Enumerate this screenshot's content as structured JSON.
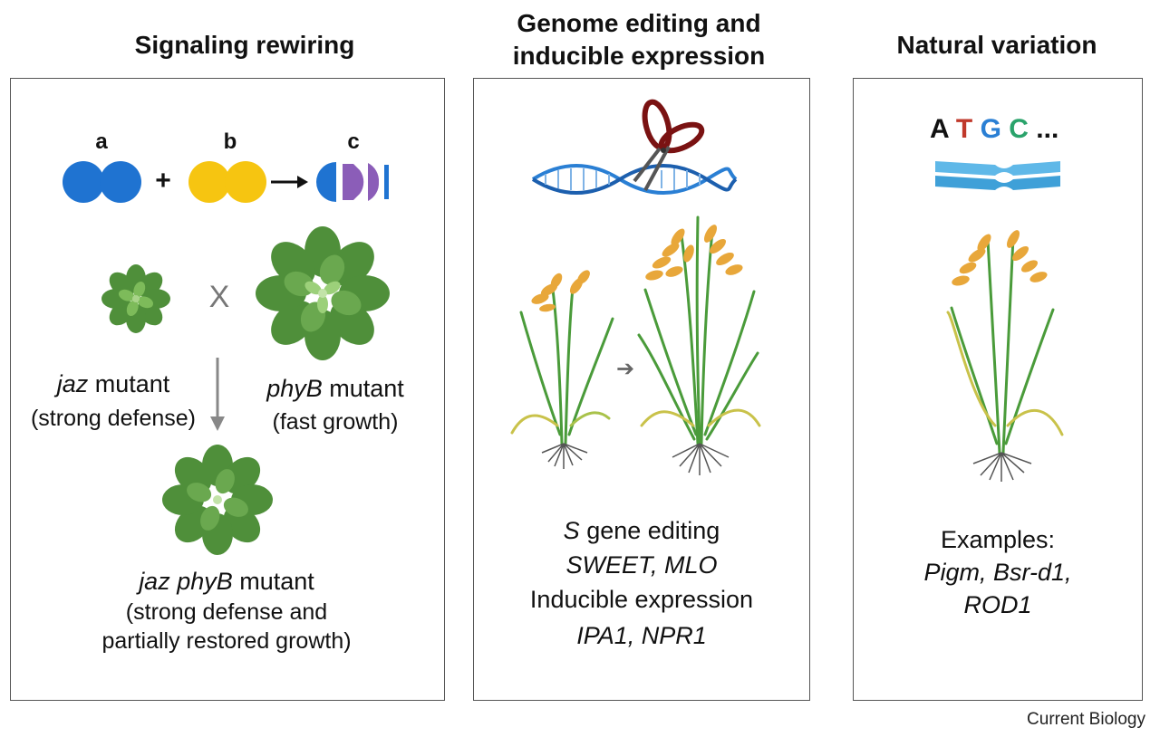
{
  "panels": [
    {
      "title": "Signaling rewiring"
    },
    {
      "title_line1": "Genome editing and",
      "title_line2": "inducible expression"
    },
    {
      "title": "Natural variation"
    }
  ],
  "signaling": {
    "label_a": "a",
    "label_b": "b",
    "label_c": "c",
    "plus": "+",
    "cross": "X",
    "jaz_italic": "jaz",
    "jaz_rest": " mutant",
    "jaz_desc": "(strong defense)",
    "phyb_italic": "phyB",
    "phyb_rest": " mutant",
    "phyb_desc": "(fast growth)",
    "double_italic": "jaz phyB",
    "double_rest": " mutant",
    "double_desc1": "(strong defense and",
    "double_desc2": "partially restored growth)"
  },
  "editing": {
    "s_italic": "S",
    "s_rest": " gene editing",
    "genes1": "SWEET, MLO",
    "inducible": "Inducible expression",
    "genes2": "IPA1, NPR1"
  },
  "natural": {
    "bases": [
      "A",
      "T",
      "G",
      "C"
    ],
    "ellipsis": "...",
    "examples_label": "Examples:",
    "genes1": "Pigm, Bsr-d1,",
    "genes2": "ROD1"
  },
  "credit": "Current Biology",
  "colors": {
    "blue": "#1f73d1",
    "yellow": "#f6c511",
    "purple": "#8b5db8",
    "leaf_dark": "#4f8f3a",
    "leaf_light": "#7dbb5a",
    "stem": "#4a9b3a",
    "grain": "#e8a73a",
    "base_A": "#111111",
    "base_T": "#c0392b",
    "base_G": "#2a7fd4",
    "base_C": "#2aa36b"
  }
}
